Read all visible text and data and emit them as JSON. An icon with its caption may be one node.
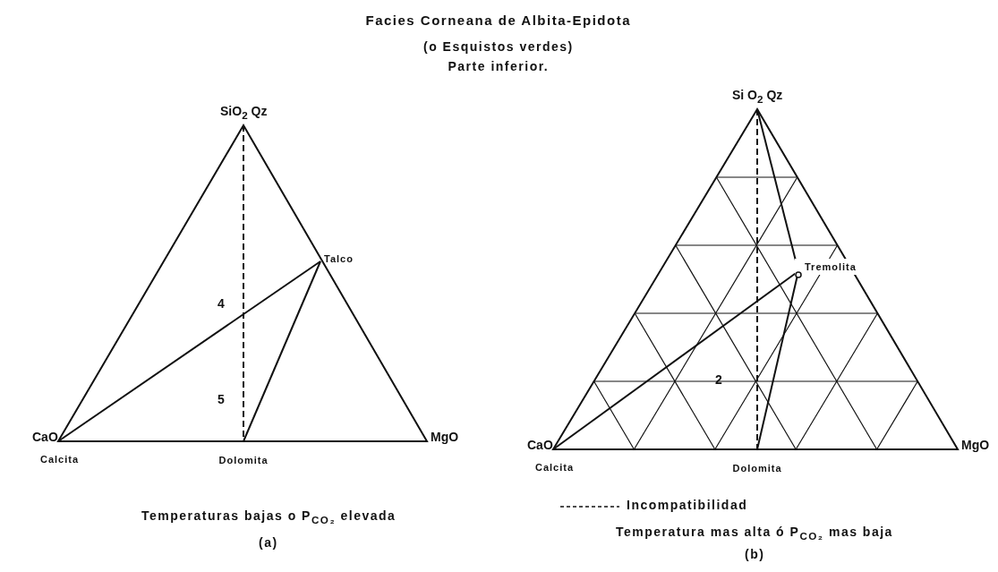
{
  "diagram": {
    "title": "Facies Corneana de Albita-Epidota",
    "nodes": [
      {
        "text": [
          "SiO$_{2}$ Qz"
        ]
      },
      {
        "text": [
          "CaO"
        ],
        "beside": [
          "Calcita"
        ]
      },
      {
        "text": [
          "Dolomita"
        ]
      },
      {
        "text": [
          "MgO"
        ]
      },
      {
        "text": [
          "Talco"
        ]
      },
      {
        "text": [
          "Si O$_{2}$ Qz"
        ]
      },
      {
        "text": [
          "CaO"
        ],
        "beside": [
          "Calcita"
        ]
      },
      {
        "text": [
          "Dolomita"
        ]
      },
      {
        "text": [
          "MgO"
        ]
      },
      {
        "text": [
          "Tremolita"
        ]
      }
    ],
    "edges": [
      {
        "from": 1,
        "to": 4,
        "arrow": "none"
      },
      {
        "from": 2,
        "to": 4,
        "arrow": "none"
      },
      {
        "from": 0,
        "to": 2,
        "arrow": "none",
        "style": "dashed"
      },
      {
        "from": 5,
        "to": 9,
        "arrow": "none"
      },
      {
        "from": 6,
        "to": 9,
        "arrow": "none"
      },
      {
        "from": 7,
        "to": 9,
        "arrow": "none"
      },
      {
        "from": 5,
        "to": 7,
        "arrow": "none",
        "style": "dashed"
      }
    ],
    "labels": [
      "(o Esquistos verdes)",
      "Parte inferior.",
      "4",
      "5",
      "2",
      "Temperaturas bajas o P$_{CO₂}$ elevada",
      "(a)",
      "Temperatura mas alta ó P$_{CO₂}$ mas baja",
      "(b)"
    ],
    "legend": [
      {
        "text": "Incompatibilidad"
      }
    ]
  }
}
